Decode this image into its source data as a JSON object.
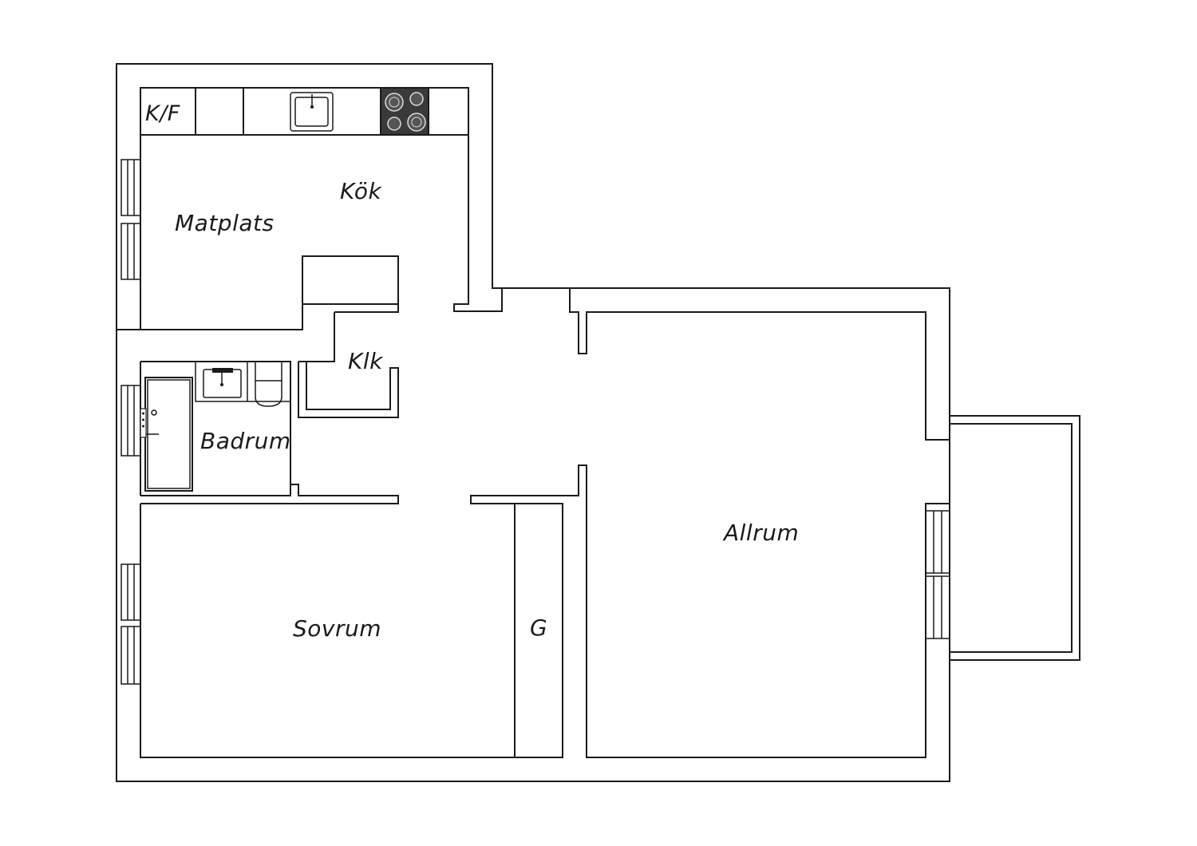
{
  "floorplan": {
    "colors": {
      "wall": "#1a1a1a",
      "background": "#ffffff",
      "stove": "#3a3a3a"
    },
    "rooms": {
      "kf": "K/F",
      "kok": "Kök",
      "matplats": "Matplats",
      "klk": "Klk",
      "badrum": "Badrum",
      "sovrum": "Sovrum",
      "g": "G",
      "allrum": "Allrum"
    },
    "fixtures": [
      "kitchen-sink-icon",
      "stove-icon",
      "bathroom-sink-icon",
      "toilet-icon",
      "shower-icon"
    ]
  }
}
